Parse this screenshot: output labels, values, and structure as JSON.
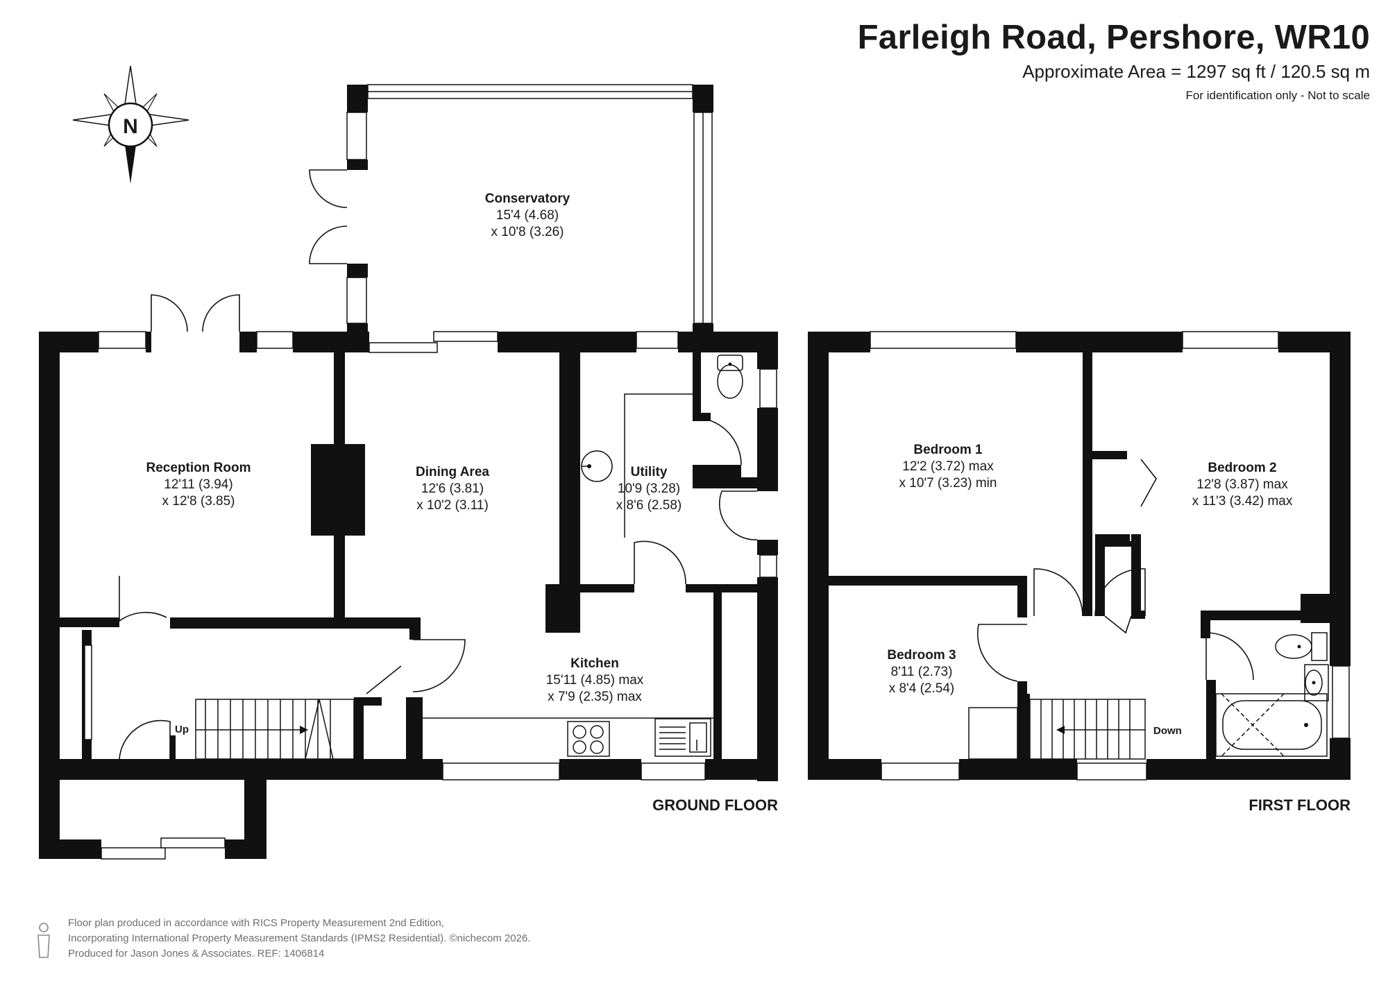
{
  "header": {
    "title": "Farleigh Road, Pershore, WR10",
    "area": "Approximate Area = 1297 sq ft / 120.5 sq m",
    "note": "For identification only - Not to scale"
  },
  "compass": {
    "label": "N"
  },
  "floors": {
    "ground": {
      "label": "GROUND FLOOR",
      "stairs_label": "Up",
      "rooms": {
        "conservatory": {
          "name": "Conservatory",
          "dim1": "15'4 (4.68)",
          "dim2": "x 10'8 (3.26)"
        },
        "reception": {
          "name": "Reception Room",
          "dim1": "12'11 (3.94)",
          "dim2": "x 12'8 (3.85)"
        },
        "dining": {
          "name": "Dining Area",
          "dim1": "12'6 (3.81)",
          "dim2": "x 10'2 (3.11)"
        },
        "utility": {
          "name": "Utility",
          "dim1": "10'9 (3.28)",
          "dim2": "x 8'6 (2.58)"
        },
        "kitchen": {
          "name": "Kitchen",
          "dim1": "15'11 (4.85) max",
          "dim2": "x 7'9 (2.35) max"
        }
      }
    },
    "first": {
      "label": "FIRST FLOOR",
      "stairs_label": "Down",
      "rooms": {
        "bedroom1": {
          "name": "Bedroom 1",
          "dim1": "12'2 (3.72) max",
          "dim2": "x 10'7 (3.23) min"
        },
        "bedroom2": {
          "name": "Bedroom 2",
          "dim1": "12'8 (3.87) max",
          "dim2": "x 11'3 (3.42) max"
        },
        "bedroom3": {
          "name": "Bedroom 3",
          "dim1": "8'11 (2.73)",
          "dim2": "x 8'4 (2.54)"
        }
      }
    }
  },
  "footer": {
    "line1": "Floor plan produced in accordance with RICS Property Measurement 2nd Edition,",
    "line2": "Incorporating International Property Measurement Standards (IPMS2 Residential).  ©nichecom 2026.",
    "line3": "Produced for Jason Jones & Associates.   REF: 1406814"
  }
}
